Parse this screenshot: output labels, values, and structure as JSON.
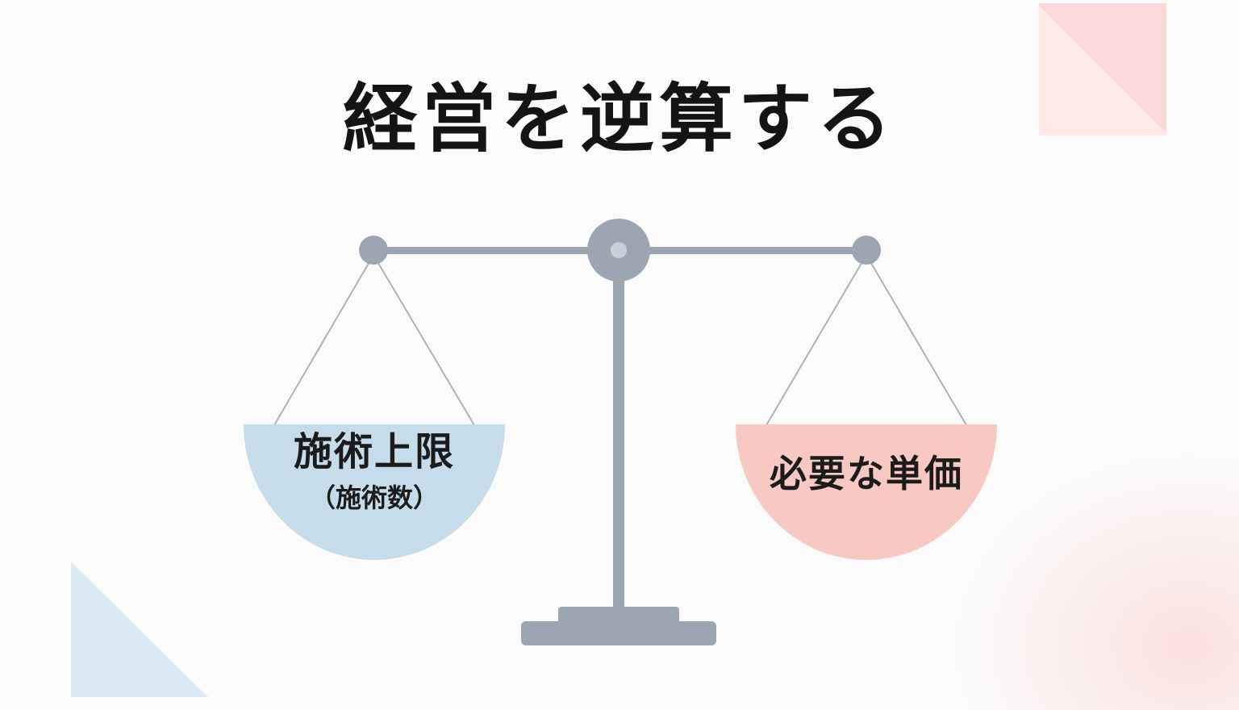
{
  "title": "経営を逆算する",
  "left_pan": {
    "label": "施術上限",
    "sublabel": "（施術数）"
  },
  "right_pan": {
    "label": "必要な単価"
  },
  "colors": {
    "scale": "#9ba6b2",
    "scale_hub_inner": "#c9d0d7",
    "left_pan": "#c6dcea",
    "right_pan": "#f8c9c3",
    "corner_top_right": "#f9d9d9",
    "corner_bottom_left": "#dcebf3",
    "title_text": "#141414"
  }
}
